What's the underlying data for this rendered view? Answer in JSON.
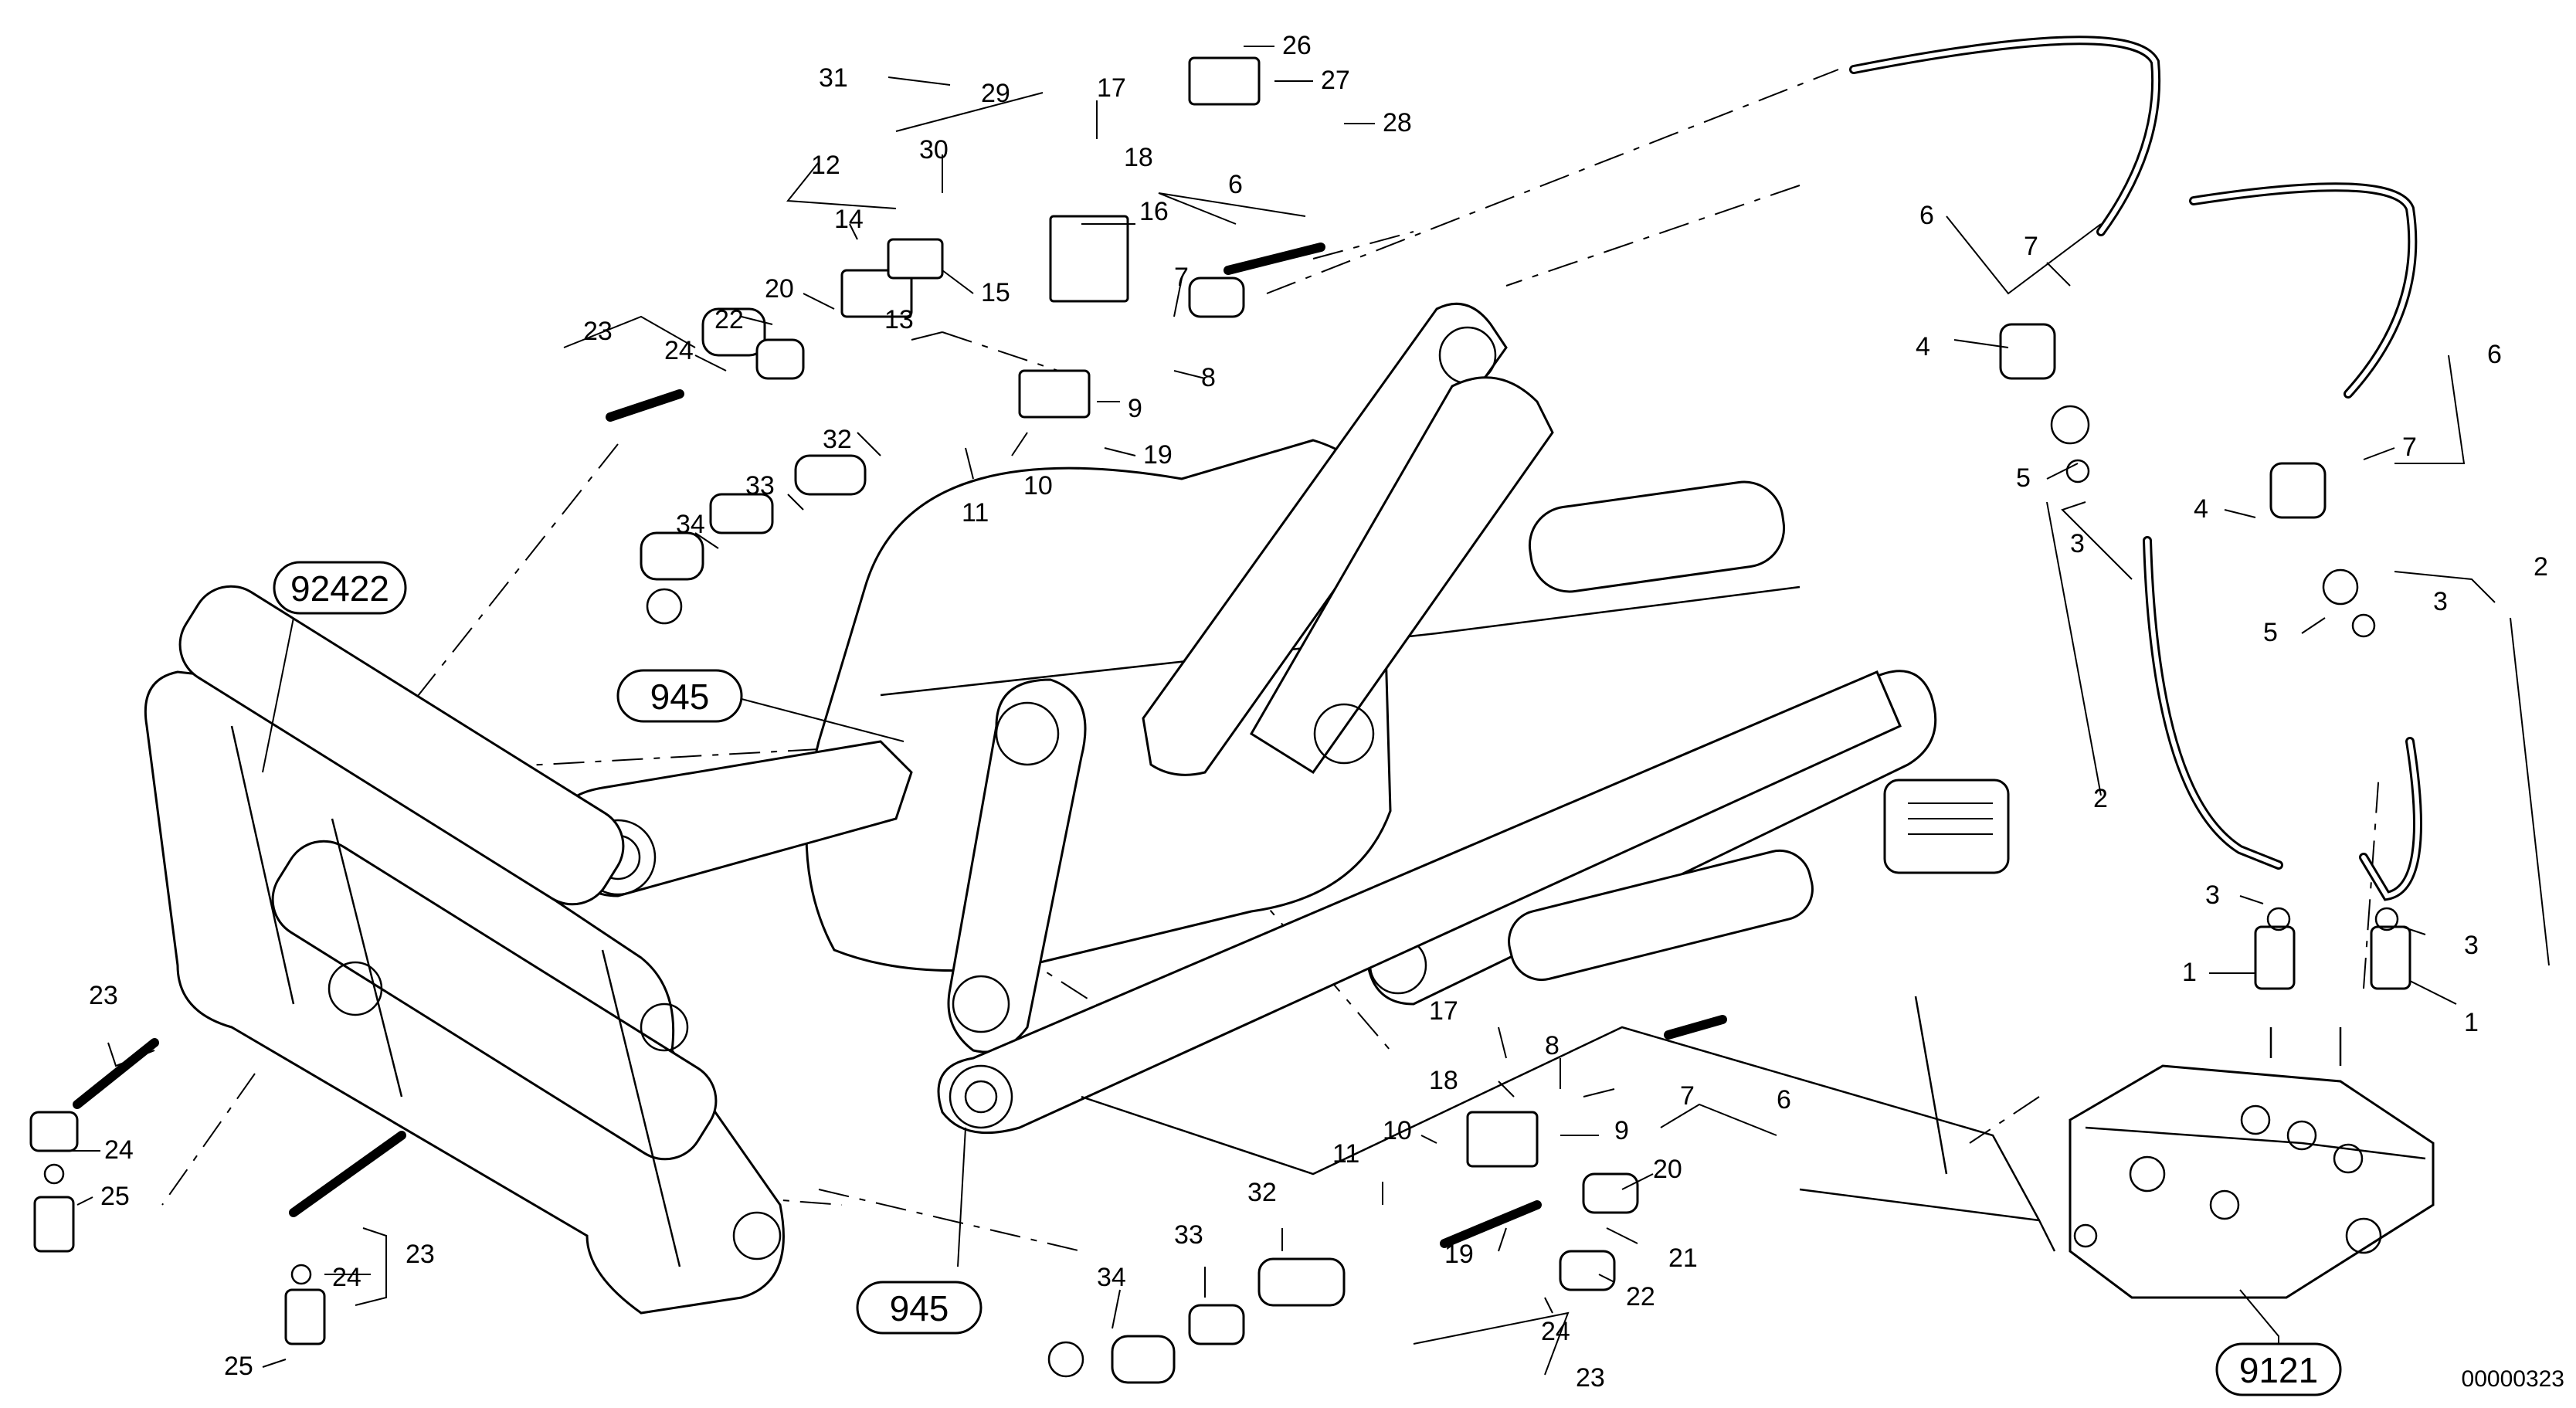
{
  "drawing": {
    "document_number": "00000323"
  },
  "references": [
    {
      "label": "92422"
    },
    {
      "label": "945"
    },
    {
      "label": "945"
    },
    {
      "label": "9121"
    }
  ],
  "callouts": [
    {
      "label": "31"
    },
    {
      "label": "29"
    },
    {
      "label": "17"
    },
    {
      "label": "26"
    },
    {
      "label": "27"
    },
    {
      "label": "28"
    },
    {
      "label": "30"
    },
    {
      "label": "18"
    },
    {
      "label": "12"
    },
    {
      "label": "16"
    },
    {
      "label": "6"
    },
    {
      "label": "14"
    },
    {
      "label": "15"
    },
    {
      "label": "20"
    },
    {
      "label": "7"
    },
    {
      "label": "22"
    },
    {
      "label": "13"
    },
    {
      "label": "23"
    },
    {
      "label": "24"
    },
    {
      "label": "8"
    },
    {
      "label": "9"
    },
    {
      "label": "32"
    },
    {
      "label": "19"
    },
    {
      "label": "10"
    },
    {
      "label": "11"
    },
    {
      "label": "33"
    },
    {
      "label": "34"
    },
    {
      "label": "6"
    },
    {
      "label": "7"
    },
    {
      "label": "4"
    },
    {
      "label": "6"
    },
    {
      "label": "7"
    },
    {
      "label": "5"
    },
    {
      "label": "3"
    },
    {
      "label": "4"
    },
    {
      "label": "2"
    },
    {
      "label": "3"
    },
    {
      "label": "5"
    },
    {
      "label": "2"
    },
    {
      "label": "3"
    },
    {
      "label": "3"
    },
    {
      "label": "1"
    },
    {
      "label": "1"
    },
    {
      "label": "23"
    },
    {
      "label": "24"
    },
    {
      "label": "25"
    },
    {
      "label": "24"
    },
    {
      "label": "23"
    },
    {
      "label": "25"
    },
    {
      "label": "17"
    },
    {
      "label": "8"
    },
    {
      "label": "18"
    },
    {
      "label": "7"
    },
    {
      "label": "6"
    },
    {
      "label": "10"
    },
    {
      "label": "9"
    },
    {
      "label": "11"
    },
    {
      "label": "20"
    },
    {
      "label": "32"
    },
    {
      "label": "21"
    },
    {
      "label": "33"
    },
    {
      "label": "19"
    },
    {
      "label": "22"
    },
    {
      "label": "34"
    },
    {
      "label": "24"
    },
    {
      "label": "23"
    }
  ]
}
